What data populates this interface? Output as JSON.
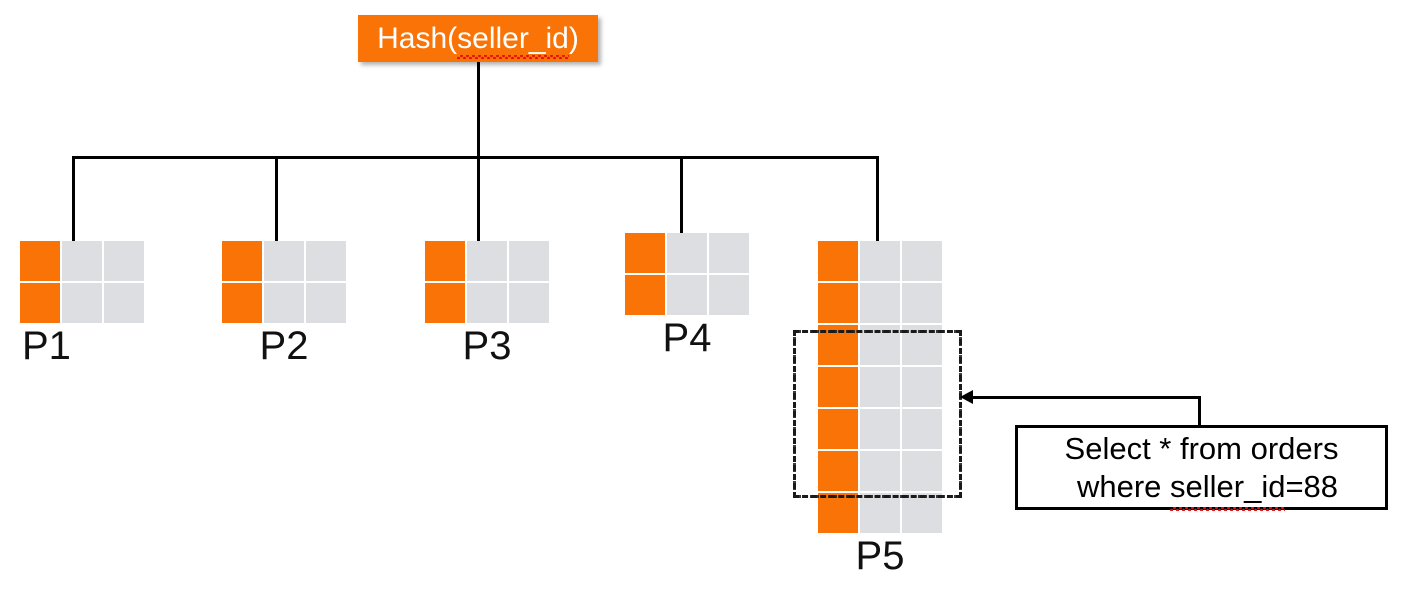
{
  "colors": {
    "accent": "#F97306",
    "cell_gray": "#DCDEE1",
    "line": "#000000",
    "spellcheck_underline": "#E8100F",
    "background": "#FFFFFF"
  },
  "header": {
    "label_prefix": "Hash(",
    "label_misspelled": "seller_id",
    "label_suffix": ")",
    "full_label": "Hash(seller_id)"
  },
  "partitions": [
    {
      "id": "P1",
      "label": "P1",
      "columns": 3,
      "rows": 2,
      "hot_column_index": 0,
      "cells": [
        [
          "hot",
          "gray",
          "gray"
        ],
        [
          "hot",
          "gray",
          "gray"
        ]
      ]
    },
    {
      "id": "P2",
      "label": "P2",
      "columns": 3,
      "rows": 2,
      "hot_column_index": 0,
      "cells": [
        [
          "hot",
          "gray",
          "gray"
        ],
        [
          "hot",
          "gray",
          "gray"
        ]
      ]
    },
    {
      "id": "P3",
      "label": "P3",
      "columns": 3,
      "rows": 2,
      "hot_column_index": 0,
      "cells": [
        [
          "hot",
          "gray",
          "gray"
        ],
        [
          "hot",
          "gray",
          "gray"
        ]
      ]
    },
    {
      "id": "P4",
      "label": "P4",
      "columns": 3,
      "rows": 2,
      "hot_column_index": 0,
      "cells": [
        [
          "hot",
          "gray",
          "gray"
        ],
        [
          "hot",
          "gray",
          "gray"
        ]
      ]
    },
    {
      "id": "P5",
      "label": "P5",
      "columns": 3,
      "rows": 7,
      "hot_column_index": 0,
      "cells": [
        [
          "hot",
          "gray",
          "gray"
        ],
        [
          "hot",
          "gray",
          "gray"
        ],
        [
          "hot",
          "gray",
          "gray"
        ],
        [
          "hot",
          "gray",
          "gray"
        ],
        [
          "hot",
          "gray",
          "gray"
        ],
        [
          "hot",
          "gray",
          "gray"
        ],
        [
          "hot",
          "gray",
          "gray"
        ]
      ]
    }
  ],
  "selection": {
    "target_partition": "P5",
    "style": "dash-dot rectangle",
    "highlighted_rows": [
      3,
      4,
      5,
      6
    ]
  },
  "callout": {
    "line1": "Select * from orders",
    "line2_prefix": "where ",
    "line2_misspelled": "seller_id",
    "line2_suffix": "=88",
    "full_text": "Select * from orders where seller_id=88",
    "points_to": "P5"
  }
}
